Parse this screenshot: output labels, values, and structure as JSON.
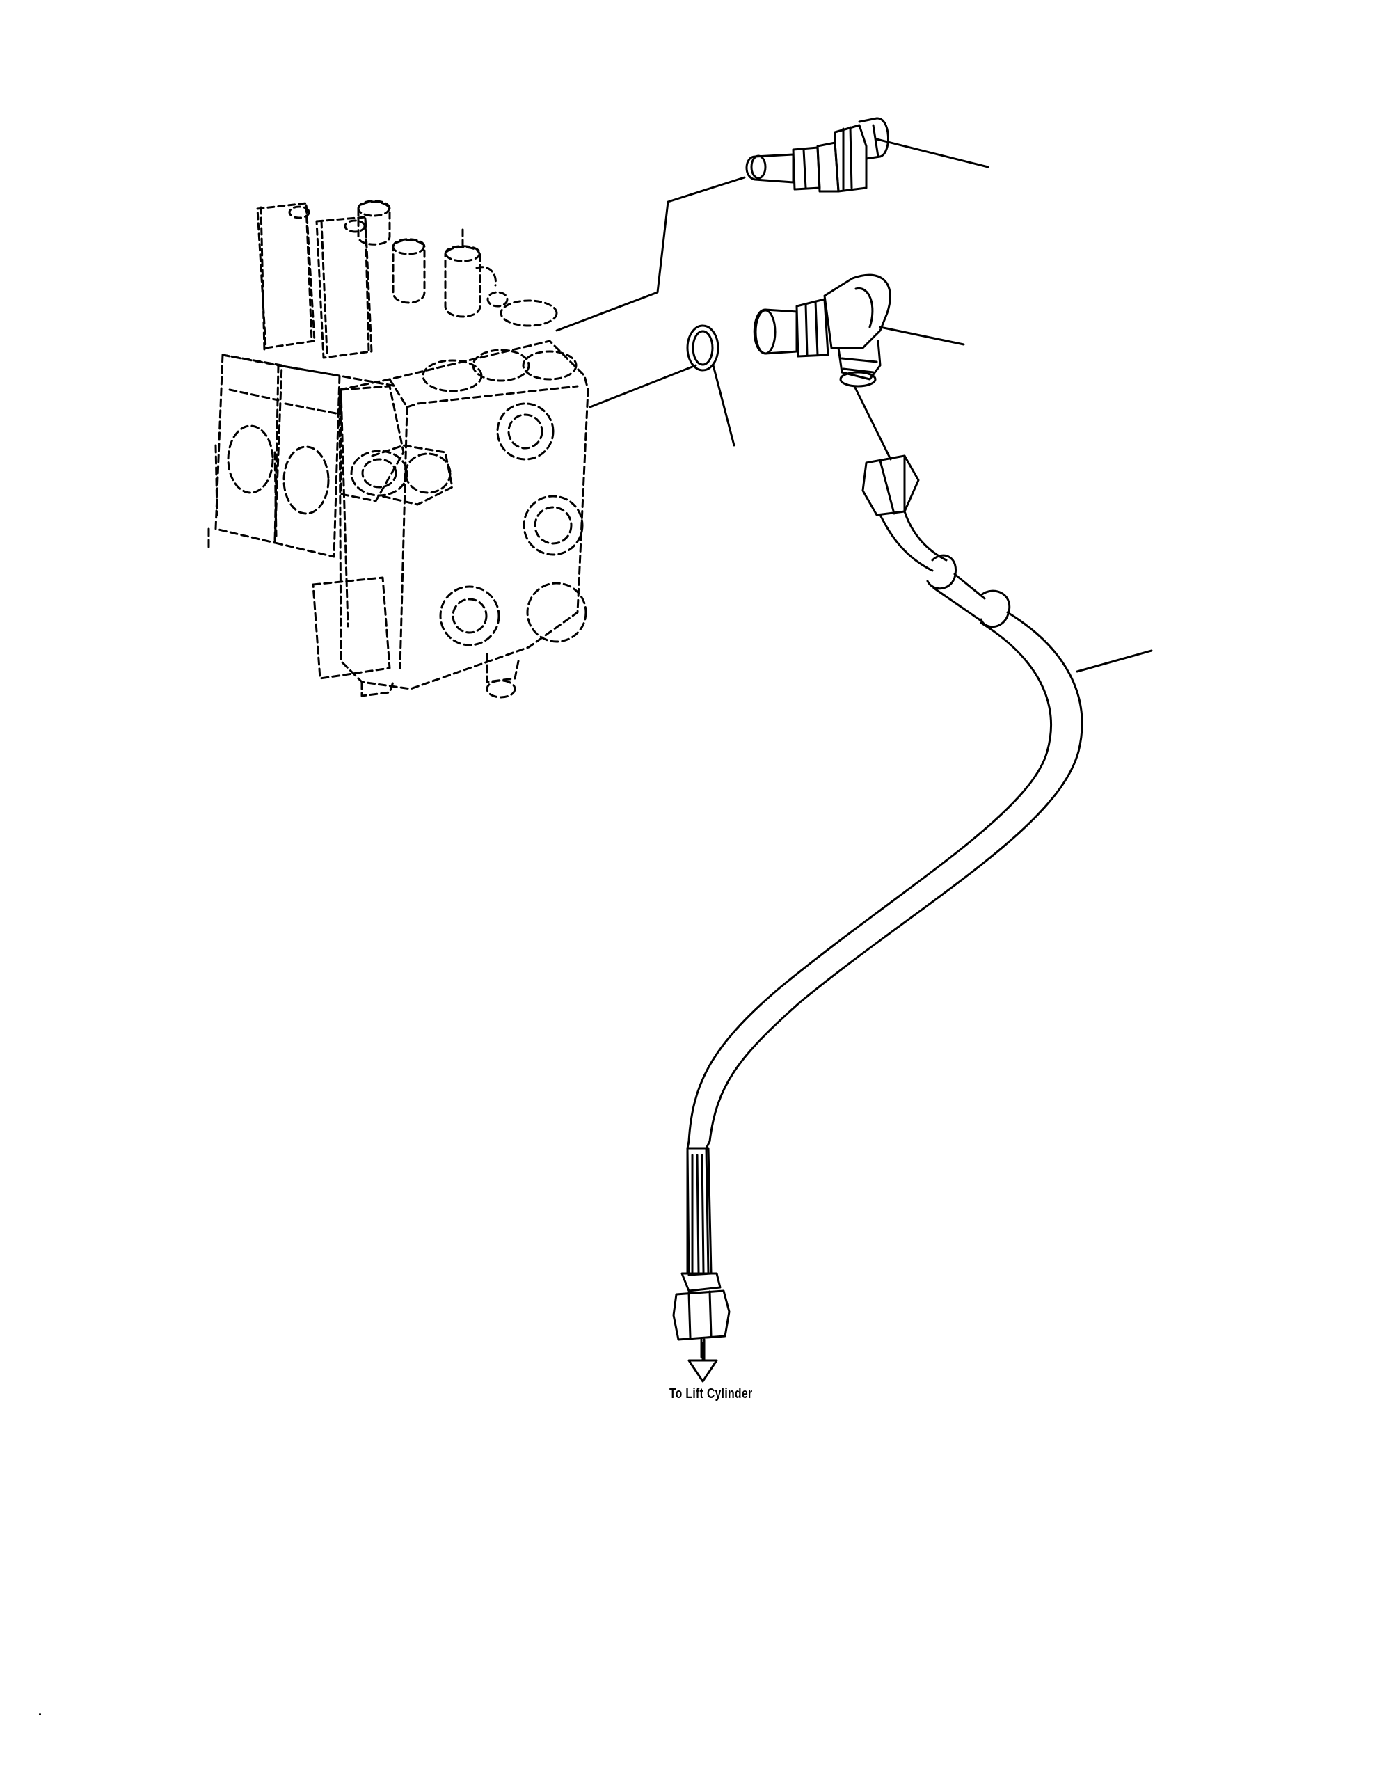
{
  "diagram": {
    "destination_label": "To Lift Cylinder",
    "line_color": "#000000",
    "background_color": "#ffffff",
    "parts": [
      {
        "name": "control-valve"
      },
      {
        "name": "pressure-switch"
      },
      {
        "name": "o-ring"
      },
      {
        "name": "elbow-fitting"
      },
      {
        "name": "hydraulic-hose"
      }
    ]
  }
}
